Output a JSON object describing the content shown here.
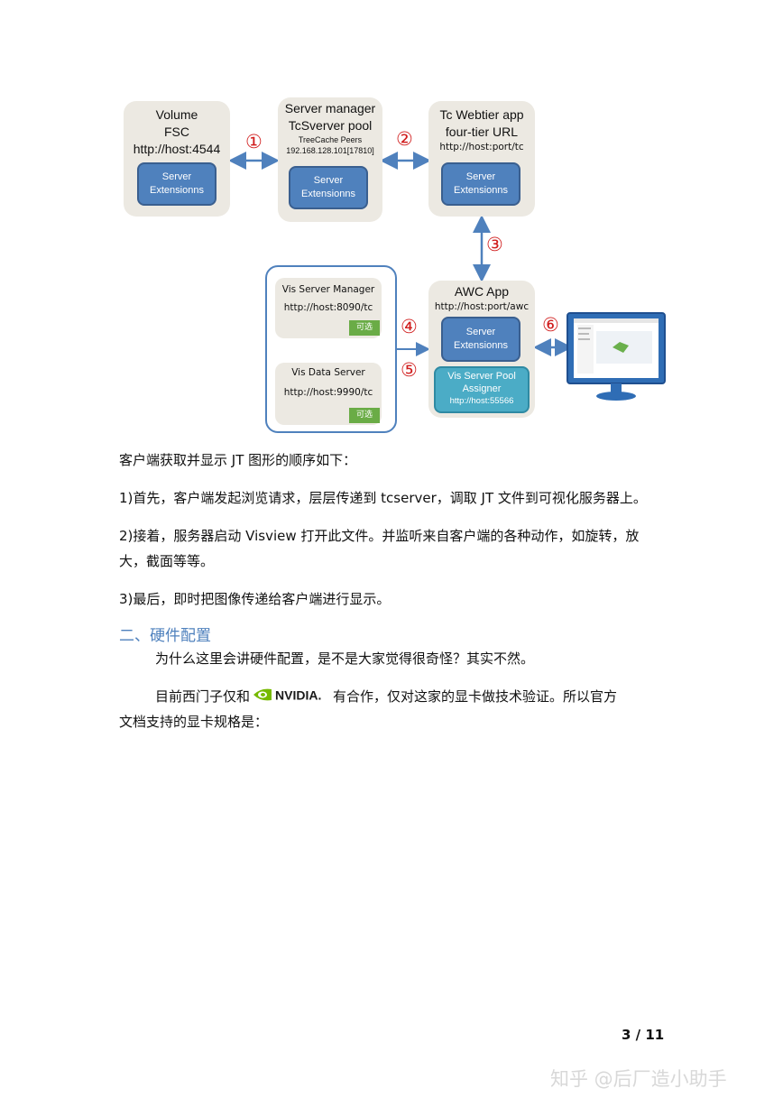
{
  "diagram": {
    "volume": {
      "l1": "Volume",
      "l2": "FSC",
      "l3": "http://host:4544",
      "box": "Server Extensionns"
    },
    "server_manager": {
      "l1": "Server manager",
      "l2": "TcSverver pool",
      "l3": "TreeCache Peers",
      "l4": "192.168.128.101[17810]",
      "box": "Server Extensionns"
    },
    "webtier": {
      "l1": "Tc Webtier app",
      "l2": "four-tier URL",
      "l3": "http://host:port/tc",
      "box": "Server Extensionns"
    },
    "awc": {
      "l1": "AWC App",
      "l2": "http://host:port/awc",
      "box": "Server Extensionns",
      "assigner_l1": "Vis Server Pool",
      "assigner_l2": "Assigner",
      "assigner_l3": "http://host:55566"
    },
    "vis_manager": {
      "l1": "Vis Server Manager",
      "l2": "http://host:8090/tc",
      "badge": "可选"
    },
    "vis_data": {
      "l1": "Vis Data Server",
      "l2": "http://host:9990/tc",
      "badge": "可选"
    },
    "markers": [
      "①",
      "②",
      "③",
      "④",
      "⑤",
      "⑥"
    ],
    "accent_color": "#4f81bd",
    "marker_color": "#d01c1c"
  },
  "text": {
    "p1": "客户端获取并显示 JT 图形的顺序如下：",
    "p2": "1)首先，客户端发起浏览请求，层层传递到 tcserver，调取 JT 文件到可视化服务器上。",
    "p3a": "2)接着，服务器启动 Visview 打开此文件。并监听来自客户端的各种动作，如旋转，放",
    "p3b": "大，截面等等。",
    "p4": "3)最后，即时把图像传递给客户端进行显示。",
    "heading": "二、硬件配置",
    "p5": "为什么这里会讲硬件配置，是不是大家觉得很奇怪？其实不然。",
    "p6_pre": "目前西门子仅和",
    "logo": "NVIDIA.",
    "p6_post": "有合作，仅对这家的显卡做技术验证。所以官方",
    "p7": "文档支持的显卡规格是："
  },
  "footer": {
    "page": "3 / 11",
    "watermark": "知乎 @后厂造小助手"
  }
}
